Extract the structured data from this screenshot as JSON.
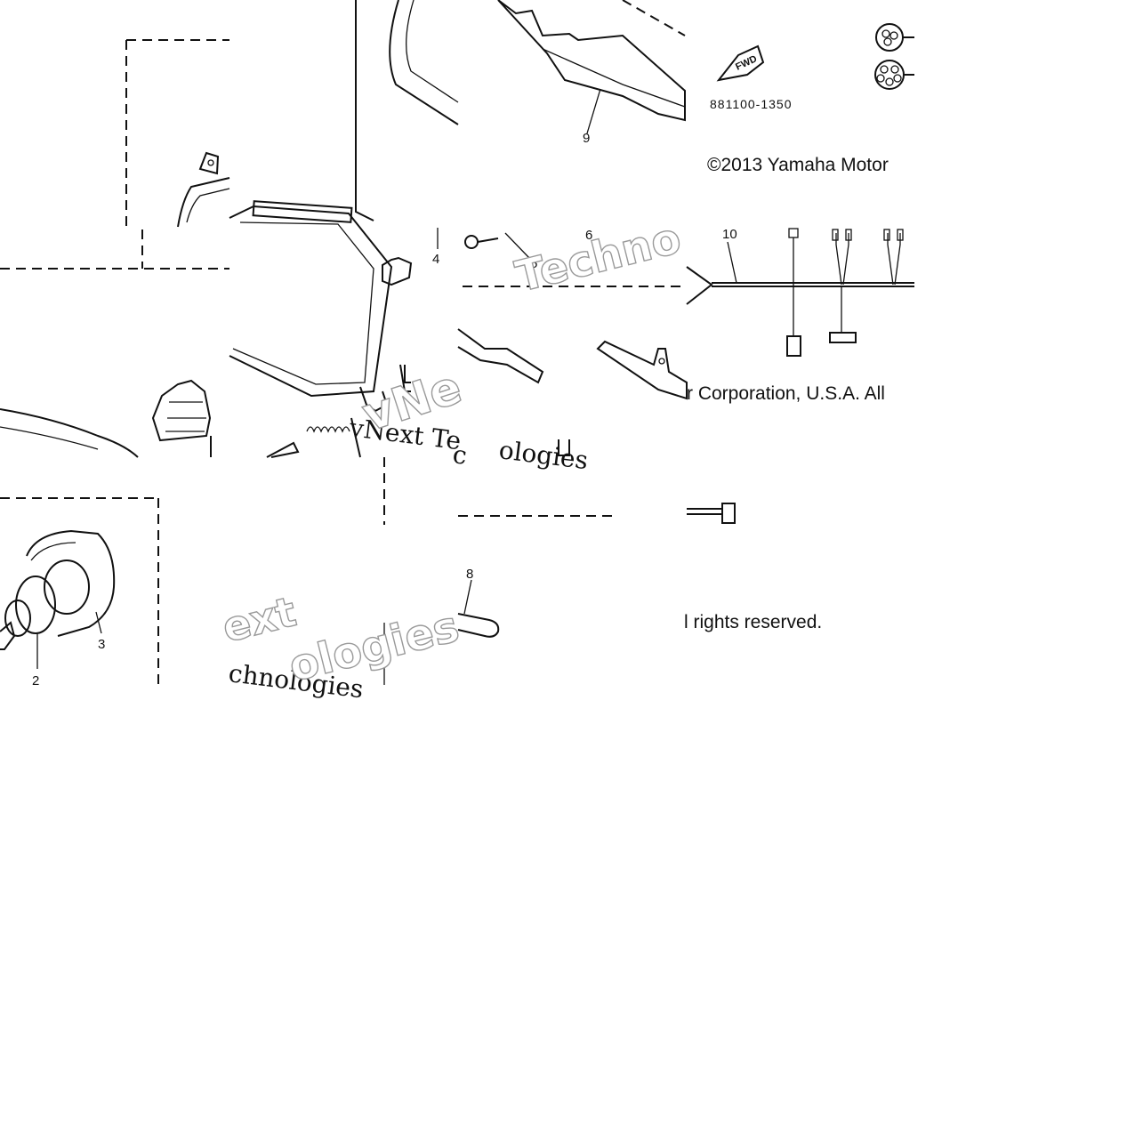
{
  "diagram": {
    "part_number": "881100-1350",
    "fwd_label": "FWD",
    "callouts": [
      "2",
      "3",
      "4",
      "5",
      "6",
      "8",
      "9",
      "10"
    ],
    "copyright_lines": [
      "©2013 Yamaha Motor",
      "r Corporation, U.S.A. All",
      "l rights reserved."
    ],
    "watermark_fragments": [
      "Techno",
      "vNext Te",
      "ologies",
      "vNe",
      "ext",
      "chnologies",
      "ologies"
    ]
  },
  "colors": {
    "ink": "#111111",
    "background": "#ffffff",
    "watermark_fill": "#ffffff",
    "watermark_stroke": "#9a9a9a"
  }
}
